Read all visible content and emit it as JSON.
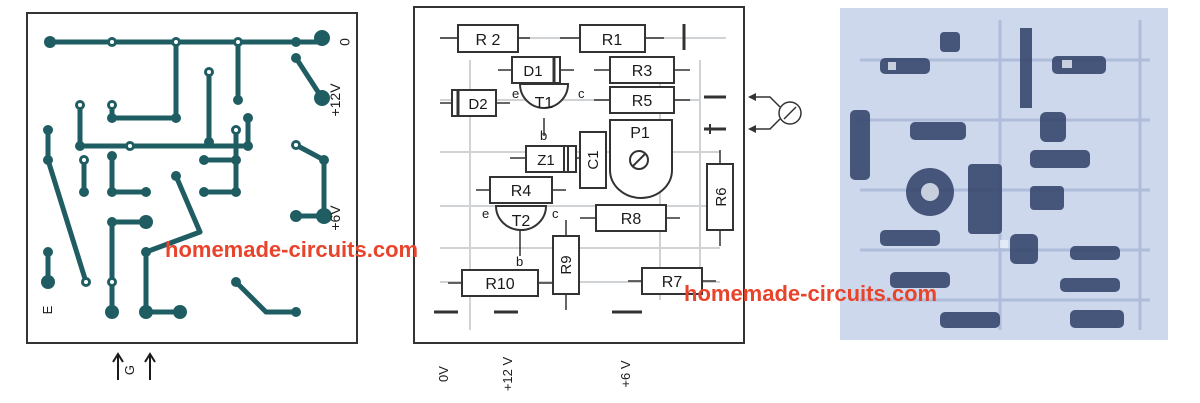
{
  "colors": {
    "copper_track": "#1f5d63",
    "outline": "#333333",
    "grid_line": "#cfd3d6",
    "watermark": "#e8442c",
    "photo_board": "#d5deef",
    "photo_track": "#38476e",
    "background": "#ffffff"
  },
  "pcb": {
    "label_zero": "0",
    "label_12v": "+12V",
    "label_6v": "+6V",
    "label_e": "E",
    "label_g": "G"
  },
  "layout": {
    "components": [
      {
        "id": "R2",
        "label": "R 2"
      },
      {
        "id": "R1",
        "label": "R1"
      },
      {
        "id": "D1",
        "label": "D1"
      },
      {
        "id": "R3",
        "label": "R3"
      },
      {
        "id": "D2",
        "label": "D2"
      },
      {
        "id": "T1",
        "label": "T1"
      },
      {
        "id": "R5",
        "label": "R5"
      },
      {
        "id": "P1",
        "label": "P1"
      },
      {
        "id": "Z1",
        "label": "Z1"
      },
      {
        "id": "C1",
        "label": "C1"
      },
      {
        "id": "R4",
        "label": "R4"
      },
      {
        "id": "T2",
        "label": "T2"
      },
      {
        "id": "R8",
        "label": "R8"
      },
      {
        "id": "R6",
        "label": "R6"
      },
      {
        "id": "R9",
        "label": "R9"
      },
      {
        "id": "R10",
        "label": "R10"
      },
      {
        "id": "R7",
        "label": "R7"
      }
    ],
    "pin_labels": {
      "t1_e": "e",
      "t1_c": "c",
      "t1_b": "b",
      "t2_e": "e",
      "t2_c": "c",
      "t2_b": "b"
    },
    "bottom_labels": {
      "zero": "0V",
      "v12": "+12 V",
      "v6": "+6 V"
    }
  },
  "watermark": {
    "text": "homemade-circuits.com"
  }
}
